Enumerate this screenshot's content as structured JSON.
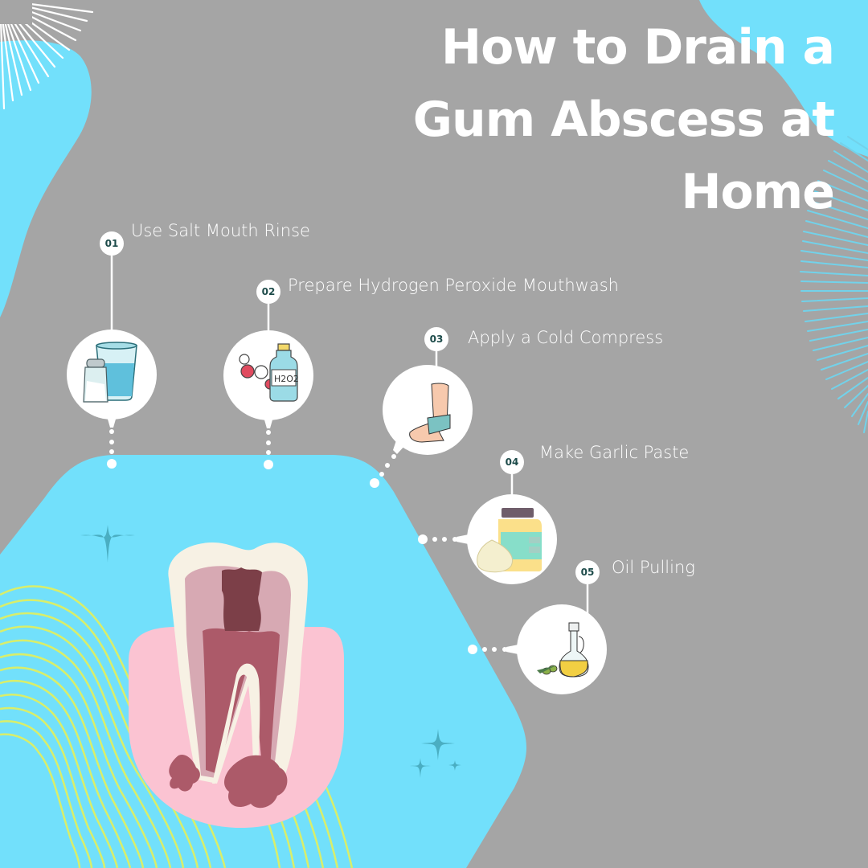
{
  "title": {
    "lines": [
      "How to Drain a",
      "Gum Abscess at",
      "Home"
    ]
  },
  "steps": [
    {
      "number": "01",
      "label": "Use Salt Mouth Rinse",
      "icon": "salt-shaker-water-glass-icon"
    },
    {
      "number": "02",
      "label": "Prepare Hydrogen Peroxide Mouthwash",
      "icon": "h2o2-bottle-icon",
      "icon_text": "H2O2"
    },
    {
      "number": "03",
      "label": "Apply a Cold Compress",
      "icon": "cold-compress-foot-icon"
    },
    {
      "number": "04",
      "label": "Make Garlic Paste",
      "icon": "garlic-jar-icon"
    },
    {
      "number": "05",
      "label": "Oil Pulling",
      "icon": "olive-oil-jar-icon"
    }
  ],
  "colors": {
    "background": "#a5a5a5",
    "accent_blue": "#72e0fb",
    "sparkle_teal": "#4aaec2",
    "gum_pink": "#fbc3d2",
    "line_yellow": "#d9ee6a",
    "tooth_enamel": "#f7f1e4",
    "tooth_dentin": "#d7a9b3",
    "pulp_red": "#ac5a69",
    "decay_dark": "#7c3f48",
    "badge_text": "#1d4b4a"
  }
}
